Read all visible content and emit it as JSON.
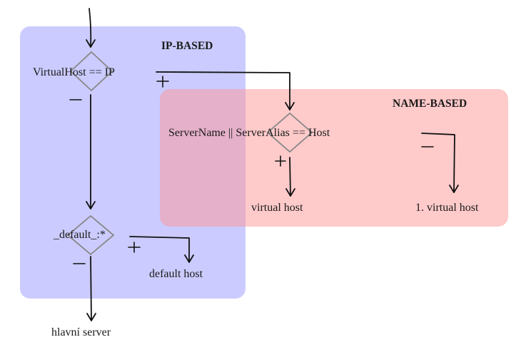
{
  "diagram": {
    "regions": {
      "ip_based": {
        "label": "IP-BASED",
        "color": "#ccccff"
      },
      "name_based": {
        "label": "NAME-BASED",
        "color": "#ffcccc"
      }
    },
    "decisions": {
      "virtualhost": {
        "label": "VirtualHost == IP",
        "yes_label": "+",
        "no_label": "−"
      },
      "servername": {
        "label": "ServerName || ServerAlias == Host",
        "yes_label": "+",
        "no_label": "−"
      },
      "default": {
        "label": "_default_:*",
        "yes_label": "+",
        "no_label": "−"
      }
    },
    "outcomes": {
      "virtual_host": "virtual host",
      "first_virtual_host": "1. virtual host",
      "default_host": "default host",
      "main_server": "hlavní server"
    }
  }
}
